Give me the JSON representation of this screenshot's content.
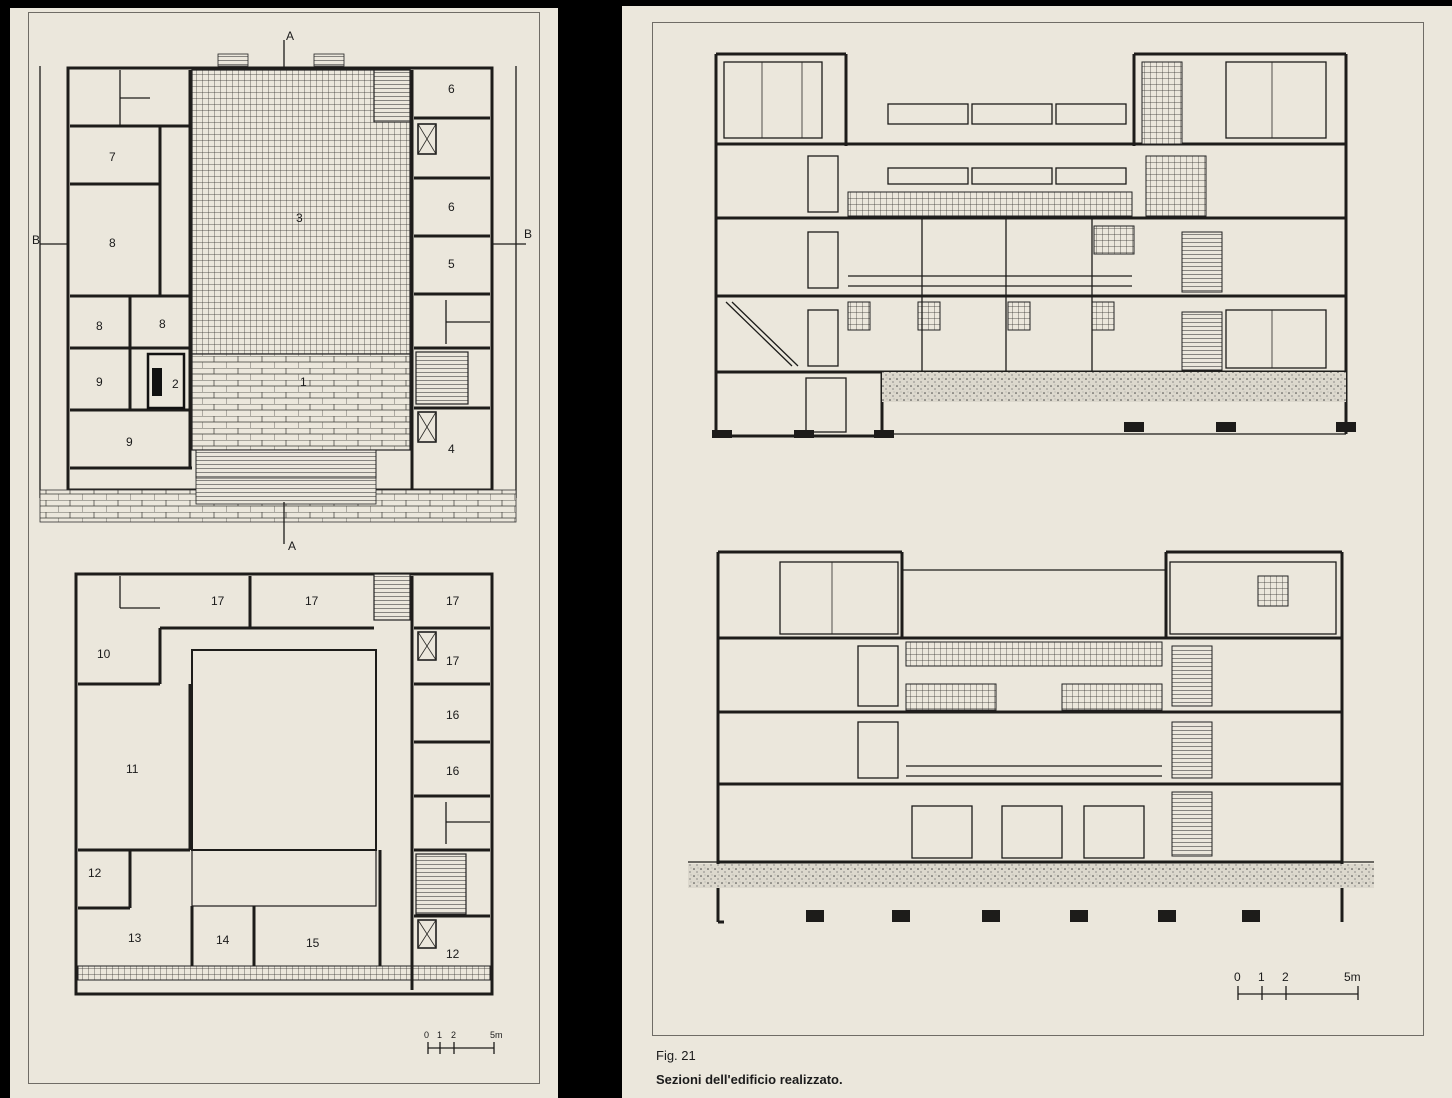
{
  "plans": {
    "ground_floor": {
      "section_markers": [
        "A",
        "A",
        "B",
        "B"
      ],
      "room_numbers": [
        "7",
        "8",
        "8",
        "8",
        "9",
        "9",
        "2",
        "1",
        "3",
        "6",
        "6",
        "5",
        "4"
      ]
    },
    "upper_floor": {
      "room_numbers": [
        "17",
        "17",
        "17",
        "17",
        "10",
        "16",
        "16",
        "11",
        "12",
        "13",
        "14",
        "15",
        "12"
      ]
    },
    "scale_bar": {
      "ticks": [
        "0",
        "1",
        "2",
        "5m"
      ]
    }
  },
  "sections": {
    "scale_bar": {
      "ticks": [
        "0",
        "1",
        "2",
        "5m"
      ]
    }
  },
  "caption": {
    "figure": "Fig. 21",
    "text": "Sezioni dell'edificio realizzato."
  }
}
